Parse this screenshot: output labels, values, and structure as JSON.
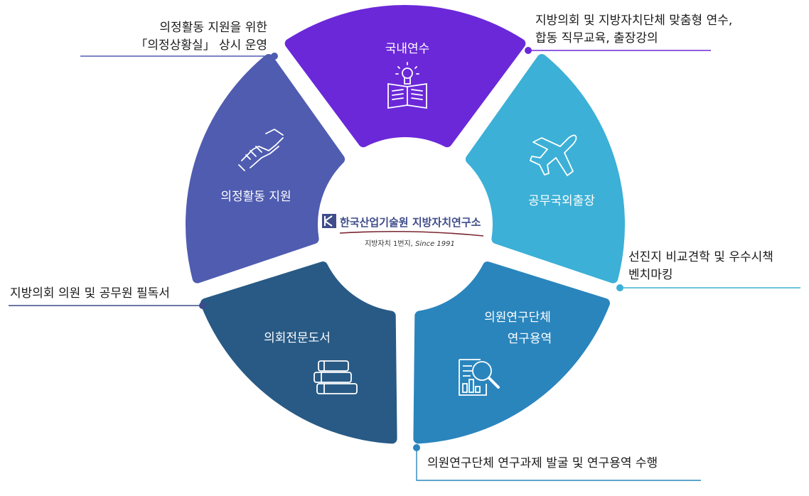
{
  "colors": {
    "top": "#6b28d9",
    "right_top": "#3cb0d6",
    "right_bottom": "#2a85bd",
    "left_bottom": "#285a85",
    "left_top": "#4f5cb0",
    "line_purple": "#6b28d9",
    "line_blue": "#3cb0d6",
    "line_navy": "#285a85",
    "dot_navy": "#3a4c8c"
  },
  "center": {
    "logo_text": "한국산업기술원 지방자치연구소",
    "subtitle_prefix": "지방자치 1번지, ",
    "subtitle_italic": "Since 1991"
  },
  "segments": {
    "top": {
      "label": "국내연수",
      "icon": "book-lightbulb-icon"
    },
    "right_top": {
      "label": "공무국외출장",
      "icon": "airplane-icon"
    },
    "right_bottom": {
      "label_line1": "의원연구단체",
      "label_line2": "연구용역",
      "icon": "report-magnifier-icon"
    },
    "left_bottom": {
      "label": "의회전문도서",
      "icon": "books-icon"
    },
    "left_top": {
      "label": "의정활동 지원",
      "icon": "handshake-icon"
    }
  },
  "callouts": {
    "top_right": {
      "line1": "지방의회 및 지방자치단체 맞춤형 연수,",
      "line2": "합동 직무교육, 출장강의"
    },
    "top_left": {
      "line1": "의정활동 지원을 위한",
      "line2": "「의정상황실」 상시 운영"
    },
    "right": {
      "line1": "선진지 비교견학 및 우수시책",
      "line2": "벤치마킹"
    },
    "left": {
      "line1": "지방의회 의원 및 공무원 필독서"
    },
    "bottom": {
      "line1": "의원연구단체 연구과제 발굴 및 연구용역 수행"
    }
  }
}
